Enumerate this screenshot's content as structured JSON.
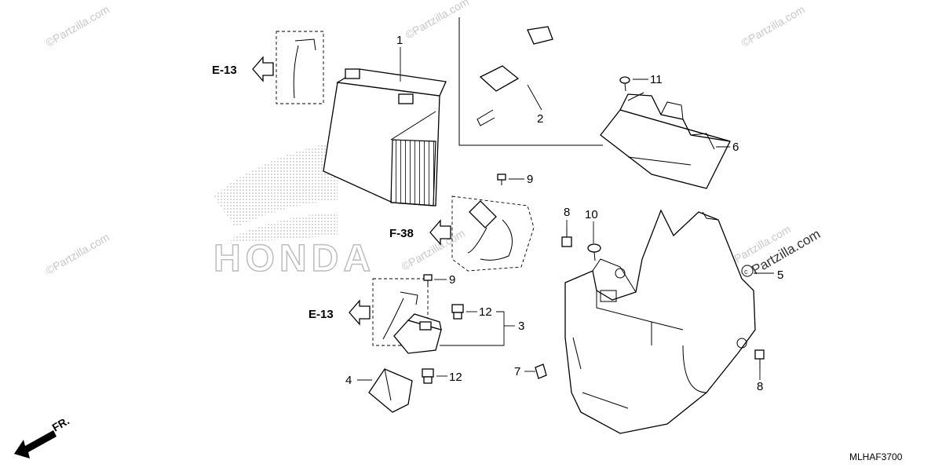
{
  "diagram": {
    "drawing_code": "MLHAF3700",
    "front_marker": "FR.",
    "callouts": {
      "c1": "1",
      "c2": "2",
      "c3": "3",
      "c4": "4",
      "c5": "5",
      "c6": "6",
      "c7": "7",
      "c8a": "8",
      "c8b": "8",
      "c9a": "9",
      "c9b": "9",
      "c10": "10",
      "c11": "11",
      "c12a": "12",
      "c12b": "12"
    },
    "refs": {
      "e13_top": "E-13",
      "f38": "F-38",
      "e13_bottom": "E-13"
    },
    "background_logo": "HONDA"
  },
  "watermarks": {
    "brand": "Partzilla.com",
    "w1": "©Partzilla.com",
    "w2": "©Partzilla.com",
    "w3": "©Partzilla.com",
    "w4": "©Partzilla.com",
    "w5": "©Partzilla.com",
    "w6": "©Partzilla.com"
  },
  "colors": {
    "line": "#000000",
    "watermark": "#c8c8c8",
    "dots": "#bdbdbd"
  }
}
